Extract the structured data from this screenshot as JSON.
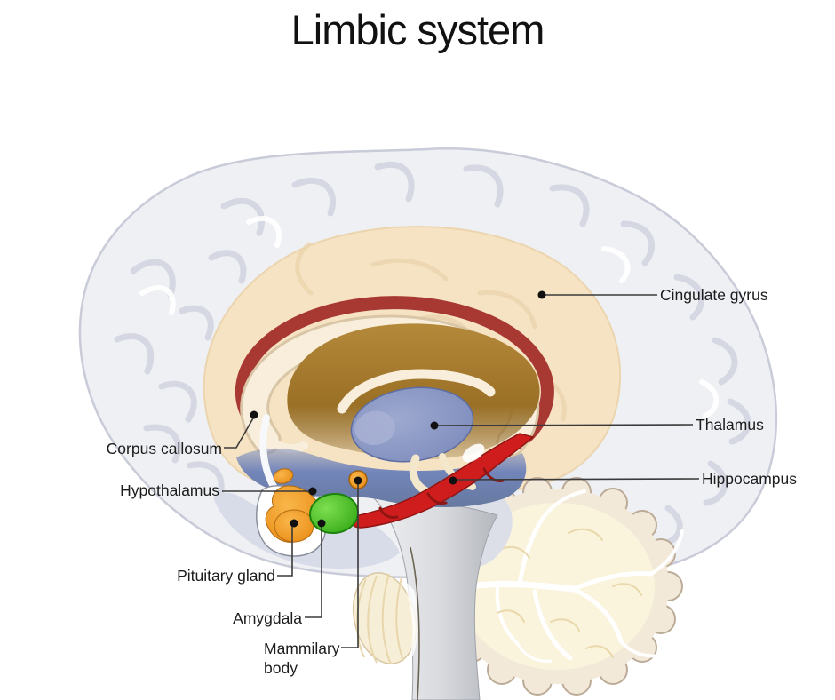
{
  "title": "Limbic system",
  "figure_type": "anatomical diagram, sagittal section of human brain",
  "structures": [
    {
      "id": "cingulate_gyrus",
      "label": "Cingulate gyrus",
      "color": "#f6e3c3",
      "side": "right"
    },
    {
      "id": "thalamus",
      "label": "Thalamus",
      "color": "#8b98c3",
      "side": "right"
    },
    {
      "id": "hippocampus",
      "label": "Hippocampus",
      "color": "#cf1d1d",
      "side": "right"
    },
    {
      "id": "corpus_callosum",
      "label": "Corpus callosum",
      "color": "#f8eedb",
      "side": "left"
    },
    {
      "id": "hypothalamus",
      "label": "Hypothalamus",
      "color": "#7285ba",
      "side": "left"
    },
    {
      "id": "pituitary_gland",
      "label": "Pituitary gland",
      "color": "#f09a25",
      "side": "left"
    },
    {
      "id": "amygdala",
      "label": "Amygdala",
      "color": "#3db91e",
      "side": "left"
    },
    {
      "id": "mammilary_body",
      "label": "Mammilary body",
      "color": "#f09a25",
      "side": "left"
    }
  ],
  "colors": {
    "background": "#ffffff",
    "cortex": "#eef0f4",
    "sulci": "#d3d6e1",
    "cingulate_region": "#f6e3c3",
    "fornix_arc_red": "#a83832",
    "lateral_ventricle_brown": "#a5782a",
    "cerebellum": "#f6edd8",
    "brainstem": "#c9ccd1",
    "leader_line": "#3a3a3a",
    "leader_dot": "#111111"
  }
}
